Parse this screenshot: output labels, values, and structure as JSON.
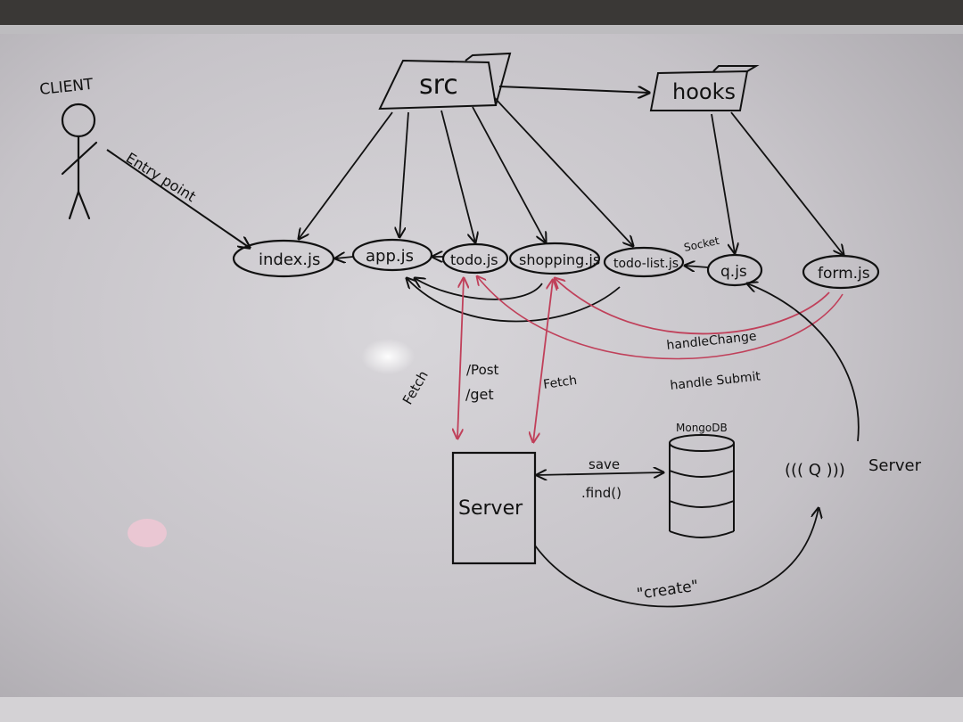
{
  "actor": {
    "label": "CLIENT",
    "entry_label": "Entry point"
  },
  "folders": {
    "src": "src",
    "hooks": "hooks"
  },
  "files": {
    "index": "index.js",
    "app": "app.js",
    "todo": "todo.js",
    "shopping": "shopping.js",
    "todo_list": "todo-list.js",
    "q": "q.js",
    "form": "form.js"
  },
  "edge_labels": {
    "socket": "Socket",
    "handle_change": "handleChange",
    "handle_submit": "handle Submit",
    "fetch_left": "Fetch",
    "post": "/Post",
    "get": "/get",
    "fetch_right": "Fetch",
    "save": "save",
    "find": ".find()",
    "create": "\"create\""
  },
  "nodes": {
    "server_box": "Server",
    "database": "MongoDB",
    "socket_icon": "((( Q )))",
    "socket_server": "Server"
  },
  "colors": {
    "ink": "#111111",
    "red_ink": "#c0405a",
    "board": "#c9c6cc"
  }
}
